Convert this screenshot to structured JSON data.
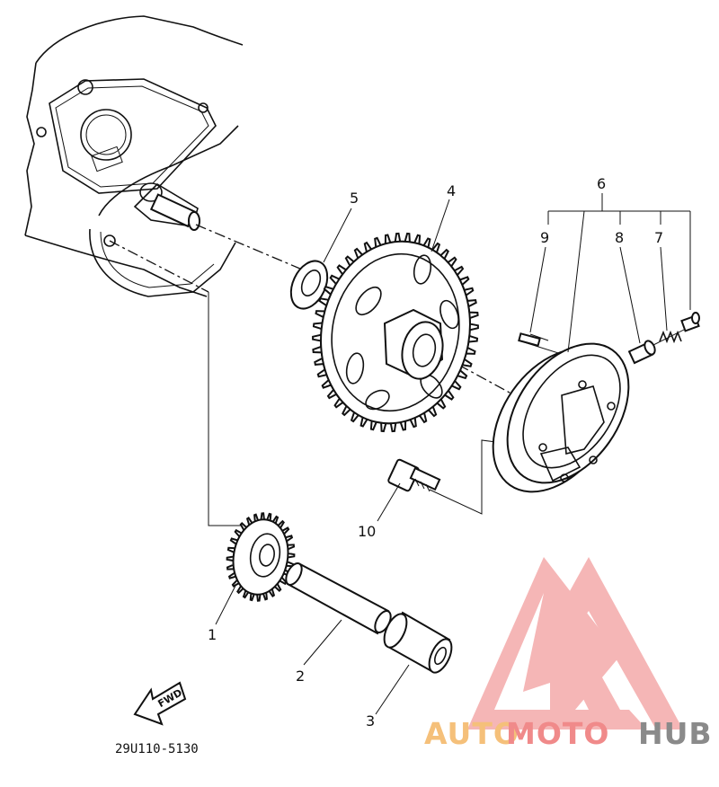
{
  "diagram": {
    "callouts": {
      "p1": "1",
      "p2": "2",
      "p3": "3",
      "p4": "4",
      "p5": "5",
      "p6": "6",
      "p7": "7",
      "p8": "8",
      "p9": "9",
      "p10": "10"
    },
    "fwd_label": "FWD",
    "drawing_code": "29U110-5130"
  },
  "watermark": {
    "text_part1": "AUTO",
    "text_part2": "MOTO",
    "text_part3": "HUB",
    "colors": {
      "auto": "#f5c07a",
      "moto": "#f08a8a",
      "hub": "#8a8a8a",
      "logo": "#f3a5a5"
    }
  }
}
